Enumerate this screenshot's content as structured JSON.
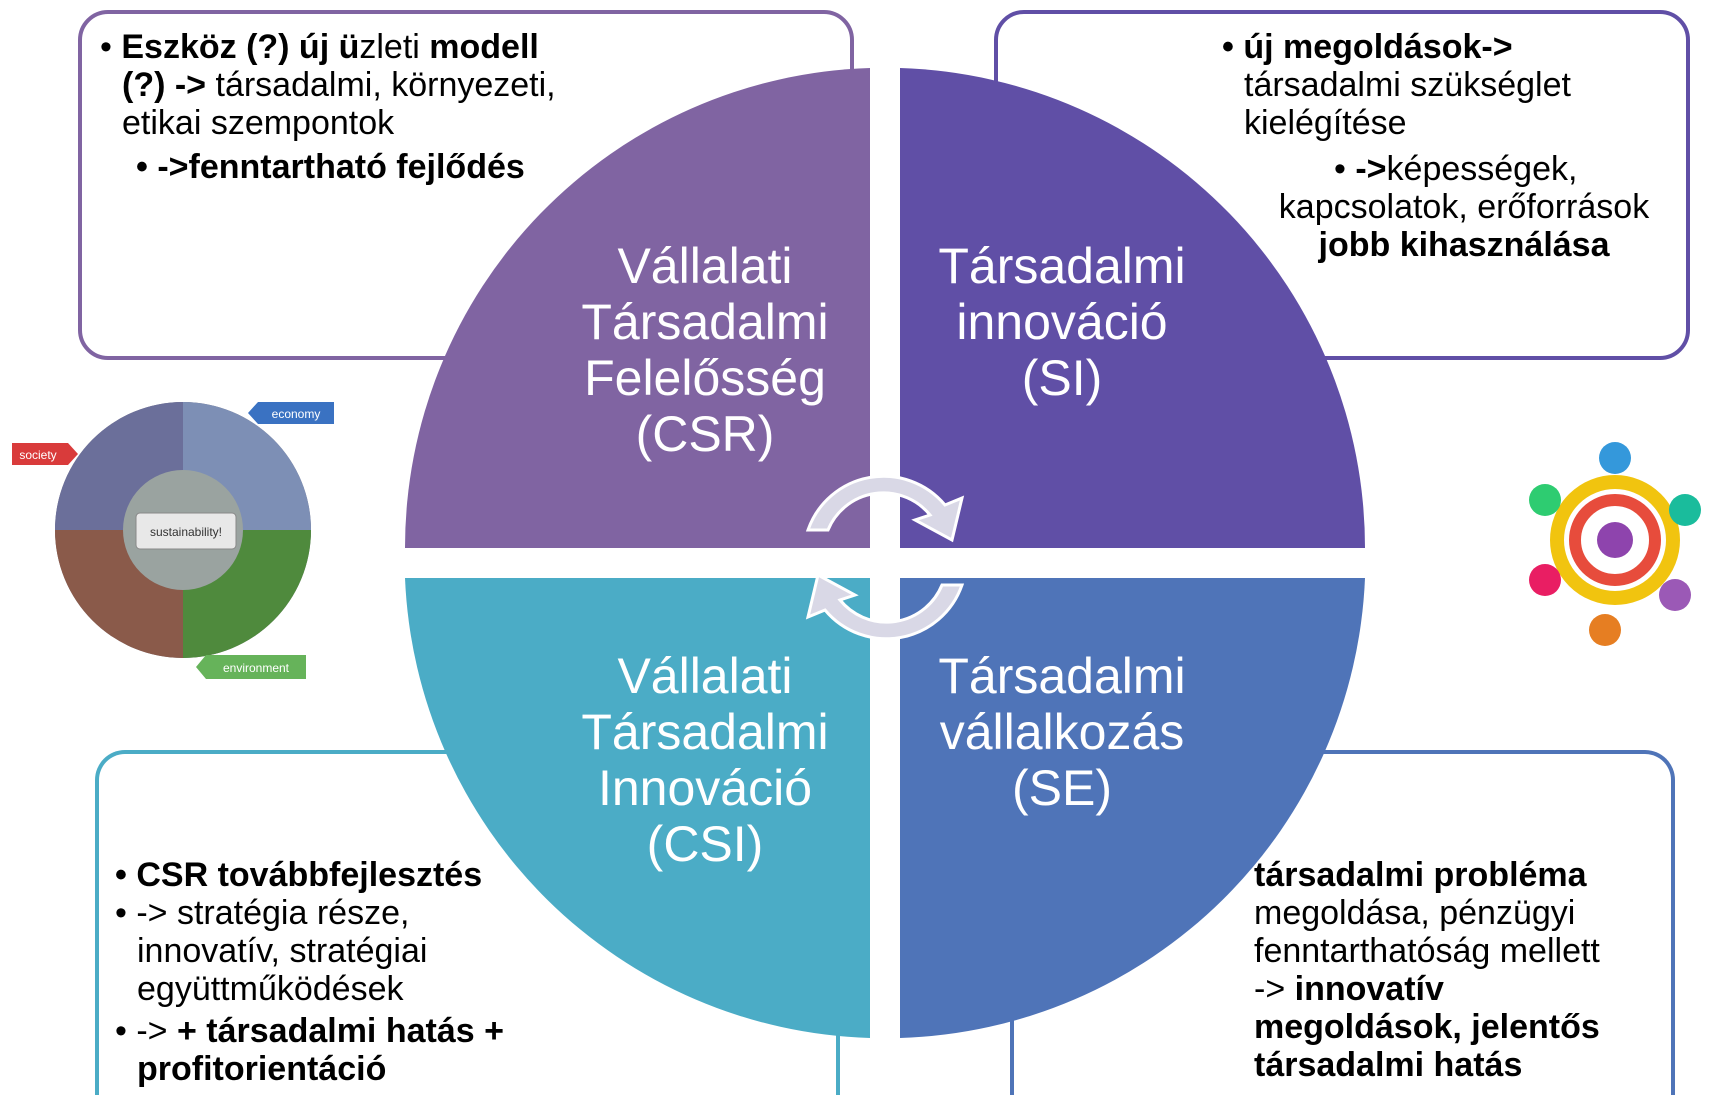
{
  "boxes": {
    "top_left": {
      "b1_a": "Eszköz (?) új ü",
      "b1_b": "zleti ",
      "b1_c": "modell",
      "b1_d": "(?) ->",
      "b1_e": " társadalmi, környezeti,",
      "b1_f": "etikai szempontok",
      "b2": "->fenntartható fejlődés"
    },
    "top_right": {
      "b1_a": "új megoldások->",
      "b1_b": "társadalmi szükséglet",
      "b1_c": "kielégítése",
      "b2_a": "->",
      "b2_b": "képességek,",
      "b2_c": "kapcsolatok, erőforrások",
      "b2_d": "jobb kihasználása"
    },
    "bottom_left": {
      "b1": "CSR továbbfejlesztés",
      "b2_a": "-> stratégia része,",
      "b2_b": "innovatív, stratégiai",
      "b2_c": "együttműködések",
      "b3_a": "->  ",
      "b3_b": "+ társadalmi hatás +",
      "b3_c": "profitorientáció"
    },
    "bottom_right": {
      "l1": "társadalmi probléma",
      "l2": "megoldása, pénzügyi",
      "l3": "fenntarthatóság mellett",
      "l4_a": "-> ",
      "l4_b": "innovatív",
      "l5": "megoldások, jelentős",
      "l6": "társadalmi hatás"
    }
  },
  "quadrants": {
    "csr": [
      "Vállalati",
      "Társadalmi",
      "Felelősség",
      "(CSR)"
    ],
    "si": [
      "Társadalmi",
      "innováció",
      "(SI)"
    ],
    "csi": [
      "Vállalati",
      "Társadalmi",
      "Innováció",
      "(CSI)"
    ],
    "se": [
      "Társadalmi",
      "vállalkozás",
      "(SE)"
    ]
  },
  "left_image": {
    "society": "society",
    "economy": "economy",
    "environment": "environment",
    "center": "sustainability!"
  },
  "colors": {
    "csr": "#8064a2",
    "si": "#604fa6",
    "csi": "#4bacc6",
    "se": "#4f74b8"
  }
}
